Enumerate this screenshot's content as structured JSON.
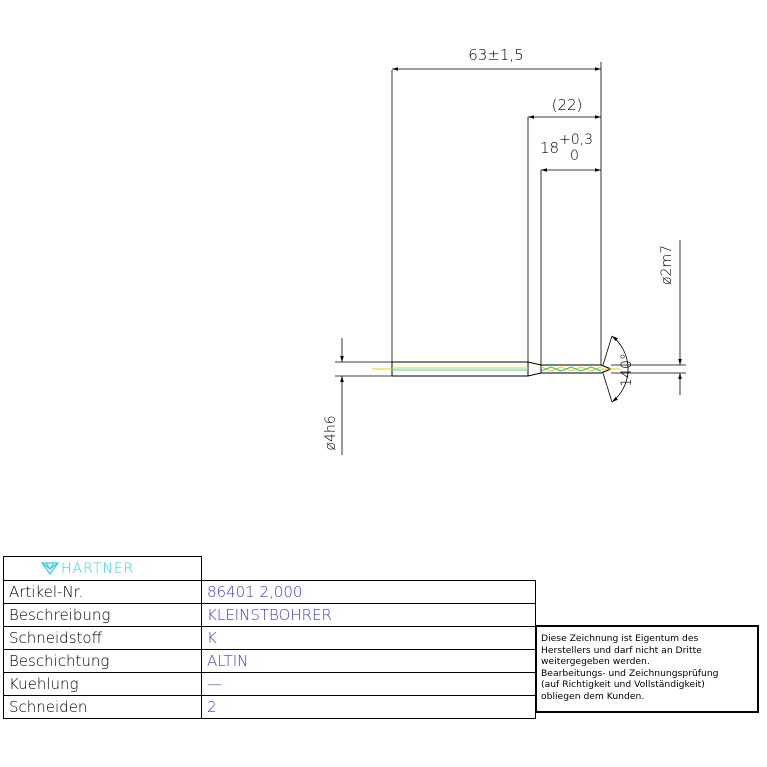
{
  "drawing": {
    "dim_total_length": "63±1,5",
    "dim_reference_length": "(22)",
    "dim_flute_length_base": "18",
    "dim_flute_length_tol_upper": "+0,3",
    "dim_flute_length_tol_lower": "0",
    "dim_tip_diameter": "ø2m7",
    "dim_shank_diameter": "ø4h6",
    "dim_point_angle": "140°"
  },
  "title_block": {
    "logo_text": "HARTNER",
    "rows": [
      {
        "label": "Artikel-Nr.",
        "value": "86401 2,000"
      },
      {
        "label": "Beschreibung",
        "value": "KLEINSTBOHRER"
      },
      {
        "label": "Schneidstoff",
        "value": "K"
      },
      {
        "label": "Beschichtung",
        "value": "ALTIN"
      },
      {
        "label": "Kuehlung",
        "value": "—"
      },
      {
        "label": "Schneiden",
        "value": "2"
      }
    ]
  },
  "note": {
    "lines": [
      "Diese Zeichnung ist Eigentum des",
      "Herstellers und darf nicht an Dritte",
      "weitergegeben werden.",
      "Bearbeitungs- und Zeichnungsprüfung",
      "(auf Richtigkeit und Vollständigkeit)",
      "obliegen dem Kunden."
    ]
  },
  "colors": {
    "outline": "#000000",
    "value_text": "#3b3bd1",
    "logo": "#33d1e0",
    "flute_yellow": "#e0d400",
    "flute_green": "#2cc05a",
    "center_cyan": "#33d1e0"
  }
}
